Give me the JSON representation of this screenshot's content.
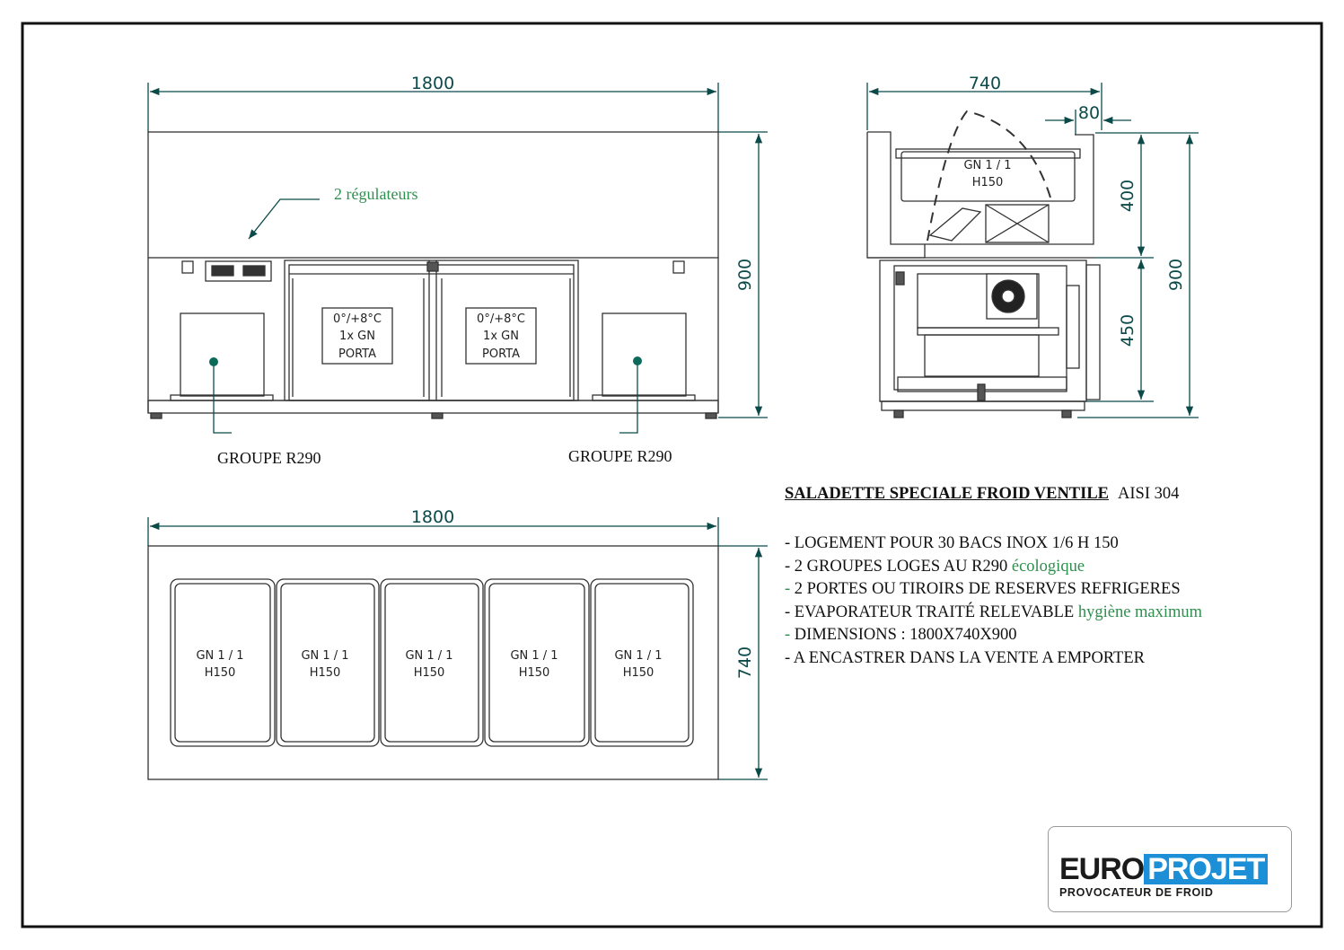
{
  "front_view": {
    "width_dim": "1800",
    "height_dim": "900",
    "regulator_label": "2 régulateurs",
    "doors": [
      {
        "temp": "0°/+8°C",
        "gn": "1x GN",
        "type": "PORTA"
      },
      {
        "temp": "0°/+8°C",
        "gn": "1x GN",
        "type": "PORTA"
      }
    ],
    "groups": [
      "GROUPE R290",
      "GROUPE R290"
    ]
  },
  "side_view": {
    "width_dim": "740",
    "offset_dim": "80",
    "total_height_dim": "900",
    "upper_dim": "400",
    "lower_dim": "450",
    "pan_line1": "GN 1 / 1",
    "pan_line2": "H150"
  },
  "top_view": {
    "width_dim": "1800",
    "depth_dim": "740",
    "pans": [
      {
        "line1": "GN 1 / 1",
        "line2": "H150"
      },
      {
        "line1": "GN 1 / 1",
        "line2": "H150"
      },
      {
        "line1": "GN 1 / 1",
        "line2": "H150"
      },
      {
        "line1": "GN 1 / 1",
        "line2": "H150"
      },
      {
        "line1": "GN 1 / 1",
        "line2": "H150"
      }
    ]
  },
  "spec": {
    "title": "SALADETTE SPECIALE FROID VENTILE",
    "title_suffix": "AISI 304",
    "items": [
      {
        "dash": "- ",
        "text": "LOGEMENT POUR 30 BACS INOX 1/6 H 150",
        "green": ""
      },
      {
        "dash": "- ",
        "text": "2 GROUPES  LOGES AU R290 ",
        "green": "écologique"
      },
      {
        "dash": "- ",
        "text": "2 PORTES OU TIROIRS DE RESERVES REFRIGERES",
        "green": ""
      },
      {
        "dash": "- ",
        "text": "EVAPORATEUR TRAITÉ RELEVABLE ",
        "green": "hygiène maximum"
      },
      {
        "dash": "- ",
        "text": "DIMENSIONS : 1800X740X900",
        "green": ""
      },
      {
        "dash": "- ",
        "text": "A ENCASTRER DANS LA VENTE A EMPORTER",
        "green": ""
      }
    ]
  },
  "logo": {
    "left": "EURO",
    "right": "PROJET",
    "tagline": "PROVOCATEUR DE FROID",
    "colors": {
      "blue": "#1c8fd6",
      "dark": "#1b1b1b"
    }
  },
  "colors": {
    "dimension": "#0c4a4a",
    "accent_green": "#2f8f4e",
    "line": "#333333"
  }
}
